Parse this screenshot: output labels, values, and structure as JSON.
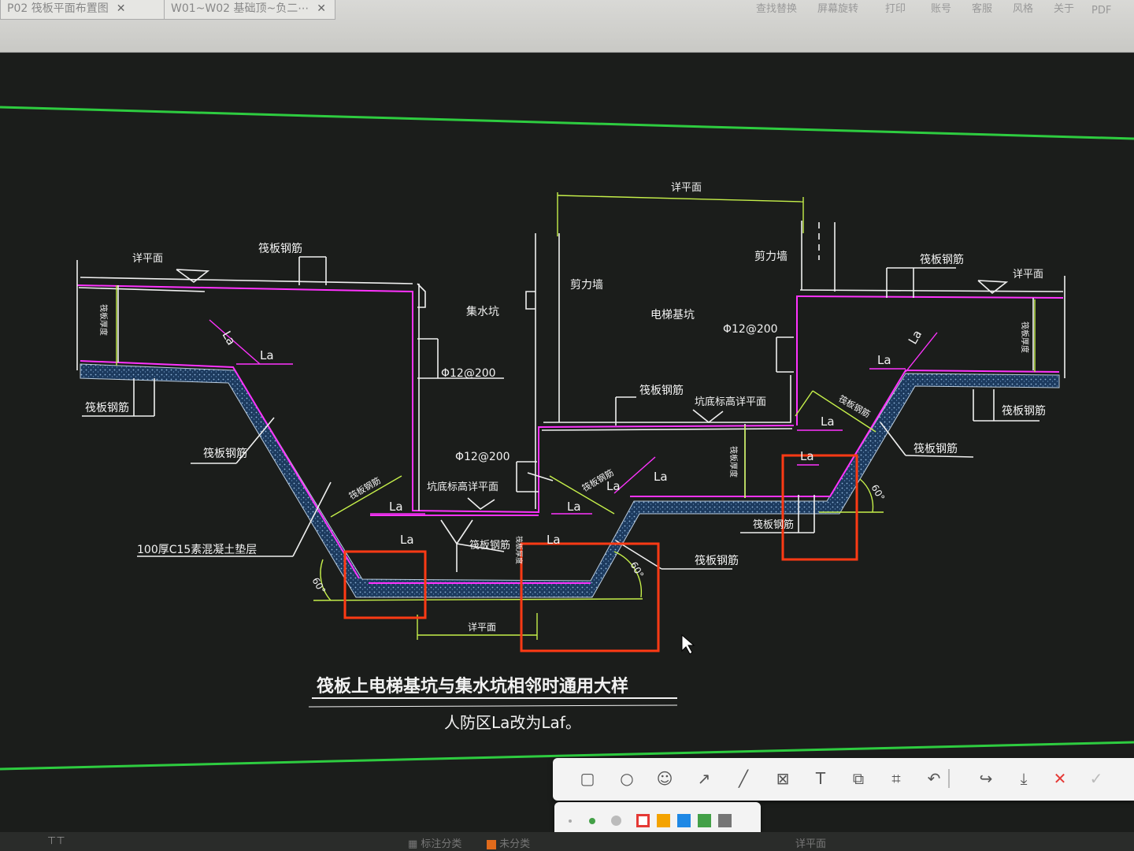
{
  "tabs": [
    {
      "label": "P02 筏板平面布置图",
      "close": "✕"
    },
    {
      "label": "W01~W02 基础顶~负二⋯",
      "close": "✕"
    }
  ],
  "menu": [
    "查找替换",
    "屏幕旋转",
    "打印",
    "账号",
    "客服",
    "风格",
    "关于",
    "PDF"
  ],
  "drawing": {
    "title": "筏板上电梯基坑与集水坑相邻时通用大样",
    "note": "人防区La改为Laf。",
    "labels": {
      "jsk": "集水坑",
      "dtjk": "电梯基坑",
      "jlq_left": "剪力墙",
      "jlq_right": "剪力墙",
      "xpm_top": "详平面",
      "xpm_left": "详平面",
      "xpm_right": "详平面",
      "xpm_bottom": "详平面",
      "fbgj_tl": "筏板钢筋",
      "fbgj_tr": "筏板钢筋",
      "fbgj_l": "筏板钢筋",
      "fbgj_bl": "筏板钢筋",
      "fbgj_mid": "筏板钢筋",
      "fbgj_mid2": "筏板钢筋",
      "fbgj_bot": "筏板钢筋",
      "fbgj_r1": "筏板钢筋",
      "fbgj_r2": "筏板钢筋",
      "fbgj_r3": "筏板钢筋",
      "rebar1": "Φ12@200",
      "rebar2": "Φ12@200",
      "rebar3": "Φ12@200",
      "kdbg1": "坑底标高详平面",
      "kdbg2": "坑底标高详平面",
      "cushion": "100厚C15素混凝土垫层",
      "slabthk_l": "筏板厚度",
      "slabthk_r": "筏板厚度",
      "slabthk_m": "筏板厚度",
      "slabthk_c": "筏板厚度",
      "ang1": "60°",
      "ang2": "60°",
      "ang3": "60°",
      "ang_lbl1": "筏板钢筋",
      "ang_lbl2": "筏板钢筋",
      "ang_lbl3": "筏板钢筋",
      "La": "La"
    }
  },
  "annotation_tools": [
    "rect",
    "circle",
    "emoji",
    "arrow",
    "pen",
    "mosaic",
    "text",
    "copy",
    "ocr",
    "undo",
    "separator",
    "share",
    "save",
    "cancel",
    "confirm"
  ],
  "colors": [
    "#e53935",
    "#f4a300",
    "#1e88e5",
    "#43a047",
    "#757575"
  ],
  "status": [
    "标注分类",
    "未分类",
    "详平面"
  ],
  "accent": {
    "green": "#2ecc40",
    "magenta": "#ff33ff",
    "red": "#ff3a14",
    "yellow_green": "#c6f04a"
  }
}
